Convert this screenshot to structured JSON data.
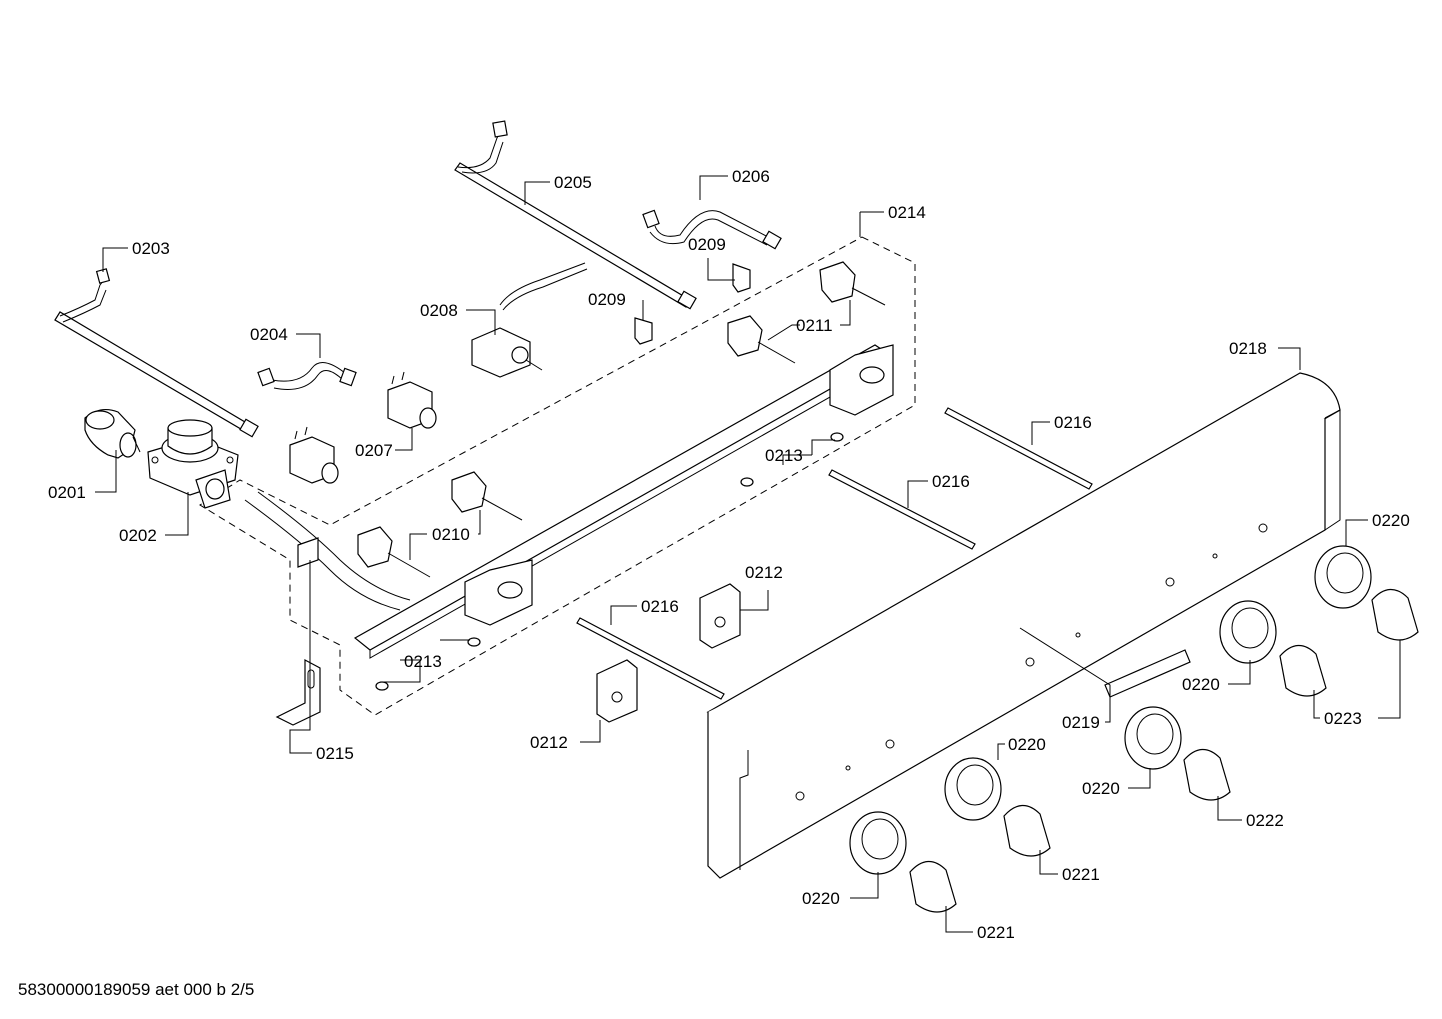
{
  "diagram": {
    "labels": {
      "p0201": "0201",
      "p0202": "0202",
      "p0203": "0203",
      "p0204": "0204",
      "p0205": "0205",
      "p0206": "0206",
      "p0207": "0207",
      "p0208": "0208",
      "p0209a": "0209",
      "p0209b": "0209",
      "p0210": "0210",
      "p0211": "0211",
      "p0212a": "0212",
      "p0212b": "0212",
      "p0213a": "0213",
      "p0213b": "0213",
      "p0214": "0214",
      "p0215": "0215",
      "p0216a": "0216",
      "p0216b": "0216",
      "p0216c": "0216",
      "p0218": "0218",
      "p0219": "0219",
      "p0220a": "0220",
      "p0220b": "0220",
      "p0220c": "0220",
      "p0220d": "0220",
      "p0220e": "0220",
      "p0221a": "0221",
      "p0221b": "0221",
      "p0222": "0222",
      "p0223": "0223"
    }
  },
  "footer": {
    "document_id": "58300000189059 aet 000 b 2/5"
  }
}
